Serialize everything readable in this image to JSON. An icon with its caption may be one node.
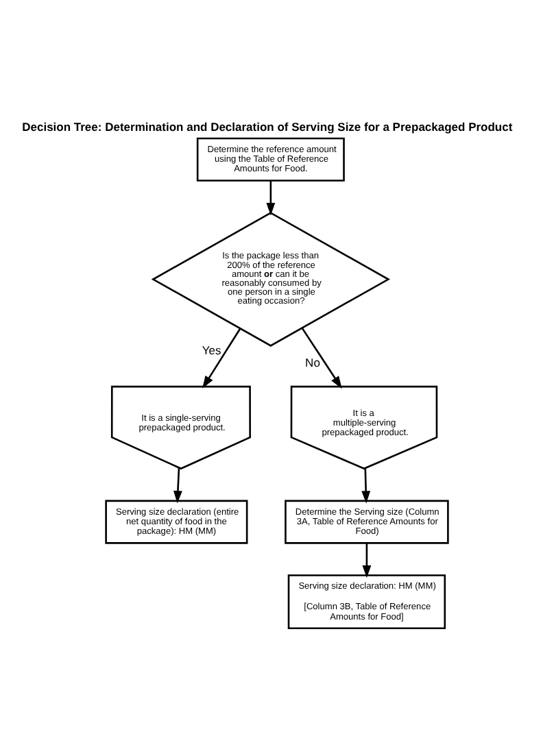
{
  "diagram": {
    "title": "Decision Tree: Determination and Declaration of Serving Size for a Prepackaged Product",
    "nodes": [
      {
        "text": [
          "Determine the reference amount using the Table of Reference Amounts for Food."
        ]
      },
      {
        "text": [
          "Is the package less than 200% of the reference amount **or** can it be reasonably consumed by one person in a single eating occasion?"
        ]
      },
      {
        "text": [
          "It is a single-serving prepackaged product."
        ]
      },
      {
        "text": [
          "It is a multiple-serving prepackaged product."
        ]
      },
      {
        "text": [
          "Serving size declaration (entire net quantity of food in the package): HM (MM)"
        ]
      },
      {
        "text": [
          "Determine the Serving size (Column 3A, Table of Reference Amounts for Food)"
        ]
      },
      {
        "text": [
          "Serving size declaration: HM (MM)",
          "[Column 3B, Table of Reference Amounts for Food]"
        ]
      }
    ],
    "edges": [
      {
        "from": 0,
        "to": 1,
        "arrow": "to"
      },
      {
        "from": 1,
        "to": 2,
        "arrow": "to",
        "label": "Yes"
      },
      {
        "from": 1,
        "to": 3,
        "arrow": "to",
        "label": "No"
      },
      {
        "from": 2,
        "to": 4,
        "arrow": "to"
      },
      {
        "from": 3,
        "to": 5,
        "arrow": "to"
      },
      {
        "from": 5,
        "to": 6,
        "arrow": "to"
      }
    ]
  }
}
